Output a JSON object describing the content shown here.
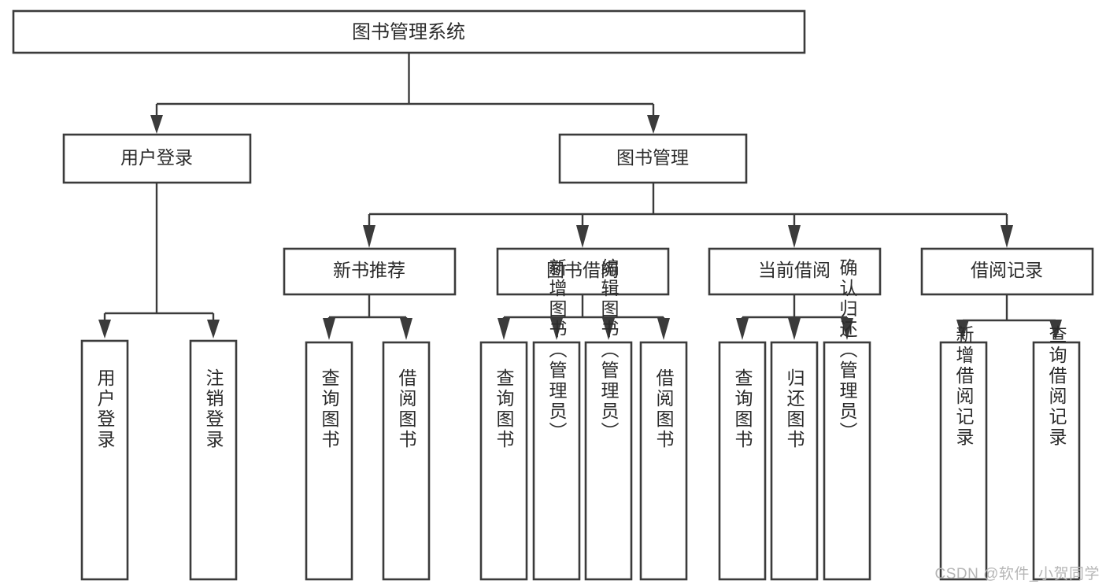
{
  "diagram": {
    "title": "图书管理系统",
    "type": "tree-hierarchy-chart",
    "watermark": "CSDN @软件_小贺同学",
    "colors": {
      "stroke": "#3b3b3b",
      "fill": "#ffffff",
      "text": "#2b2b2b",
      "watermark": "#b6b6b6"
    },
    "root": {
      "label": "图书管理系统"
    },
    "level2": [
      {
        "label": "用户登录"
      },
      {
        "label": "图书管理"
      }
    ],
    "level3": [
      {
        "label": "新书推荐"
      },
      {
        "label": "图书借阅"
      },
      {
        "label": "当前借阅"
      },
      {
        "label": "借阅记录"
      }
    ],
    "leaves": {
      "user_login": [
        {
          "label": "用户登录"
        },
        {
          "label": "注销登录"
        }
      ],
      "new_book": [
        {
          "label": "查询图书"
        },
        {
          "label": "借阅图书"
        }
      ],
      "book_borrow": [
        {
          "label": "查询图书"
        },
        {
          "label": "新增图书（管理员）"
        },
        {
          "label": "编辑图书（管理员）"
        },
        {
          "label": "借阅图书"
        }
      ],
      "current_borrow": [
        {
          "label": "查询图书"
        },
        {
          "label": "归还图书"
        },
        {
          "label": "确认归还（管理员）"
        }
      ],
      "borrow_record": [
        {
          "label": "新增借阅记录"
        },
        {
          "label": "查询借阅记录"
        }
      ]
    }
  }
}
